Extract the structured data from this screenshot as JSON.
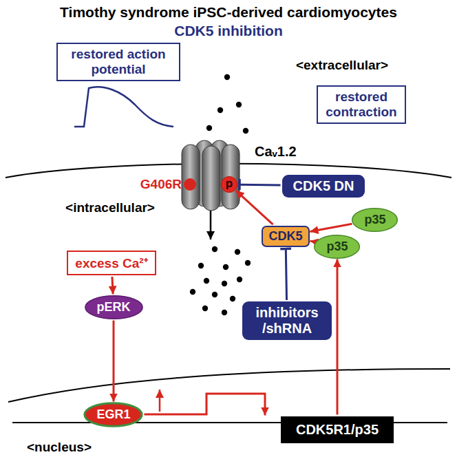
{
  "diagram": {
    "title": "Timothy syndrome iPSC-derived cardiomyocytes",
    "nodes": [
      {
        "text": [
          "restored action potential"
        ]
      },
      {
        "text": [
          "restored contraction"
        ]
      },
      {
        "text": [
          "p"
        ]
      },
      {
        "text": [
          "CDK5 DN"
        ]
      },
      {
        "text": [
          "CDK5"
        ]
      },
      {
        "text": [
          "p35"
        ]
      },
      {
        "text": [
          "p35"
        ]
      },
      {
        "text": [
          "excess Ca²⁺"
        ]
      },
      {
        "text": [
          "pERK"
        ]
      },
      {
        "text": [
          "inhibitors /shRNA"
        ]
      },
      {
        "text": [
          "EGR1"
        ]
      },
      {
        "text": [
          "CDK5R1/p35"
        ]
      }
    ],
    "edges": [
      {
        "from": 3,
        "to": 2,
        "arrow": "to"
      },
      {
        "from": 4,
        "to": 2,
        "arrow": "to"
      },
      {
        "from": 5,
        "to": 4,
        "arrow": "to"
      },
      {
        "from": 6,
        "to": 4,
        "arrow": "to"
      },
      {
        "from": 9,
        "to": 4,
        "arrow": "to"
      },
      {
        "from": 7,
        "to": 8,
        "arrow": "to"
      },
      {
        "from": 8,
        "to": 10,
        "arrow": "to"
      },
      {
        "from": 10,
        "to": 11,
        "arrow": "to"
      },
      {
        "from": 11,
        "to": 6,
        "arrow": "to"
      }
    ],
    "labels": [
      "CDK5 inhibition",
      "<extracellular>",
      "Caᵥ1.2",
      "G406R",
      "<intracellular>",
      "<nucleus>"
    ]
  }
}
